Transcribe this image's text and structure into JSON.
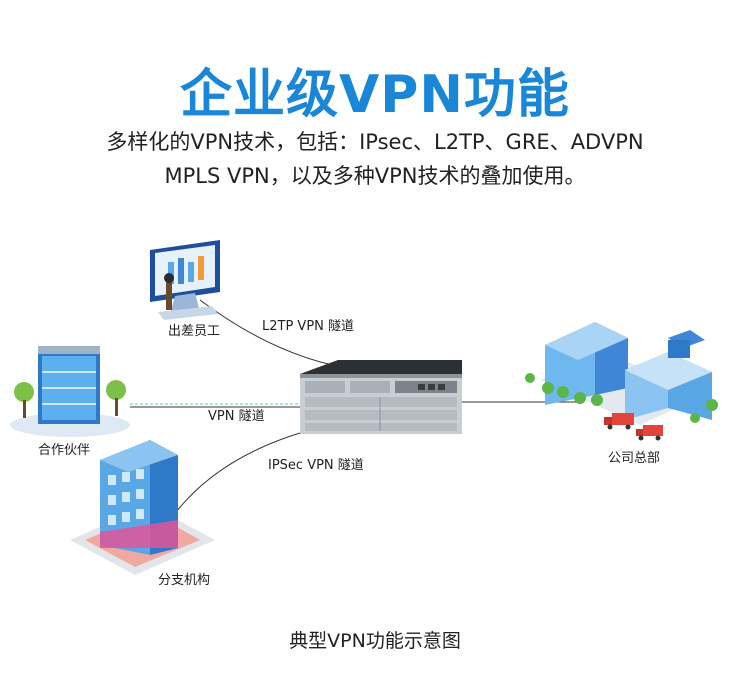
{
  "title": "企业级VPN功能",
  "subtitle_line1": "多样化的VPN技术，包括：IPsec、L2TP、GRE、ADVPN",
  "subtitle_line2": "MPLS VPN，以及多种VPN技术的叠加使用。",
  "nodes": {
    "remote_worker": "出差员工",
    "partner": "合作伙伴",
    "branch": "分支机构",
    "headquarters": "公司总部"
  },
  "links": {
    "l2tp": "L2TP  VPN 隧道",
    "vpn": "VPN 隧道",
    "ipsec": "IPSec VPN 隧道"
  },
  "caption": "典型VPN功能示意图",
  "colors": {
    "title": "#1a86d8",
    "building_blue": "#6fb7ef",
    "tunnel_line": "#7fd4d0"
  }
}
